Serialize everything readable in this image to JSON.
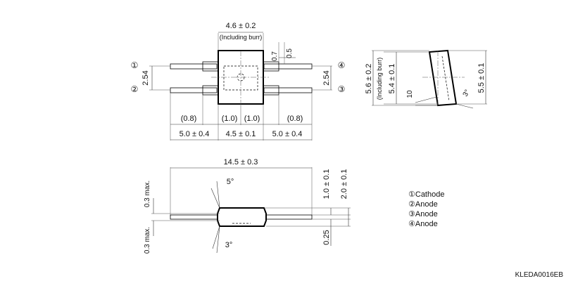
{
  "top_view": {
    "body_width": "4.6 ± 0.2",
    "burr_note": "(Including burr)",
    "lead_width_07": "0.7",
    "lead_width_05": "0.5",
    "pitch_left": "2.54",
    "pitch_right": "2.54",
    "gap_08_left": "(0.8)",
    "gap_10_left": "(1.0)",
    "gap_10_right": "(1.0)",
    "gap_08_right": "(0.8)",
    "lead_len_left": "5.0 ± 0.4",
    "body_len": "4.5 ± 0.1",
    "lead_len_right": "5.0 ± 0.4",
    "pin1": "①",
    "pin2": "②",
    "pin3": "③",
    "pin4": "④"
  },
  "side_view": {
    "height_56": "5.6 ± 0.2",
    "burr_note": "(Including burr)",
    "height_54": "5.4 ± 0.1",
    "height_55": "5.5 ± 0.1",
    "angle_10": "10",
    "angle_3": "3°"
  },
  "front_view": {
    "total_len": "14.5 ± 0.3",
    "dim_10": "1.0 ± 0.1",
    "dim_20": "2.0 ± 0.1",
    "dim_025": "0.25",
    "max_top": "0.3 max.",
    "max_bottom": "0.3 max.",
    "angle_5": "5°",
    "angle_3": "3°"
  },
  "legend": [
    {
      "num": "①",
      "label": "Cathode"
    },
    {
      "num": "②",
      "label": "Anode"
    },
    {
      "num": "③",
      "label": "Anode"
    },
    {
      "num": "④",
      "label": "Anode"
    }
  ],
  "drawing_code": "KLEDA0016EB"
}
